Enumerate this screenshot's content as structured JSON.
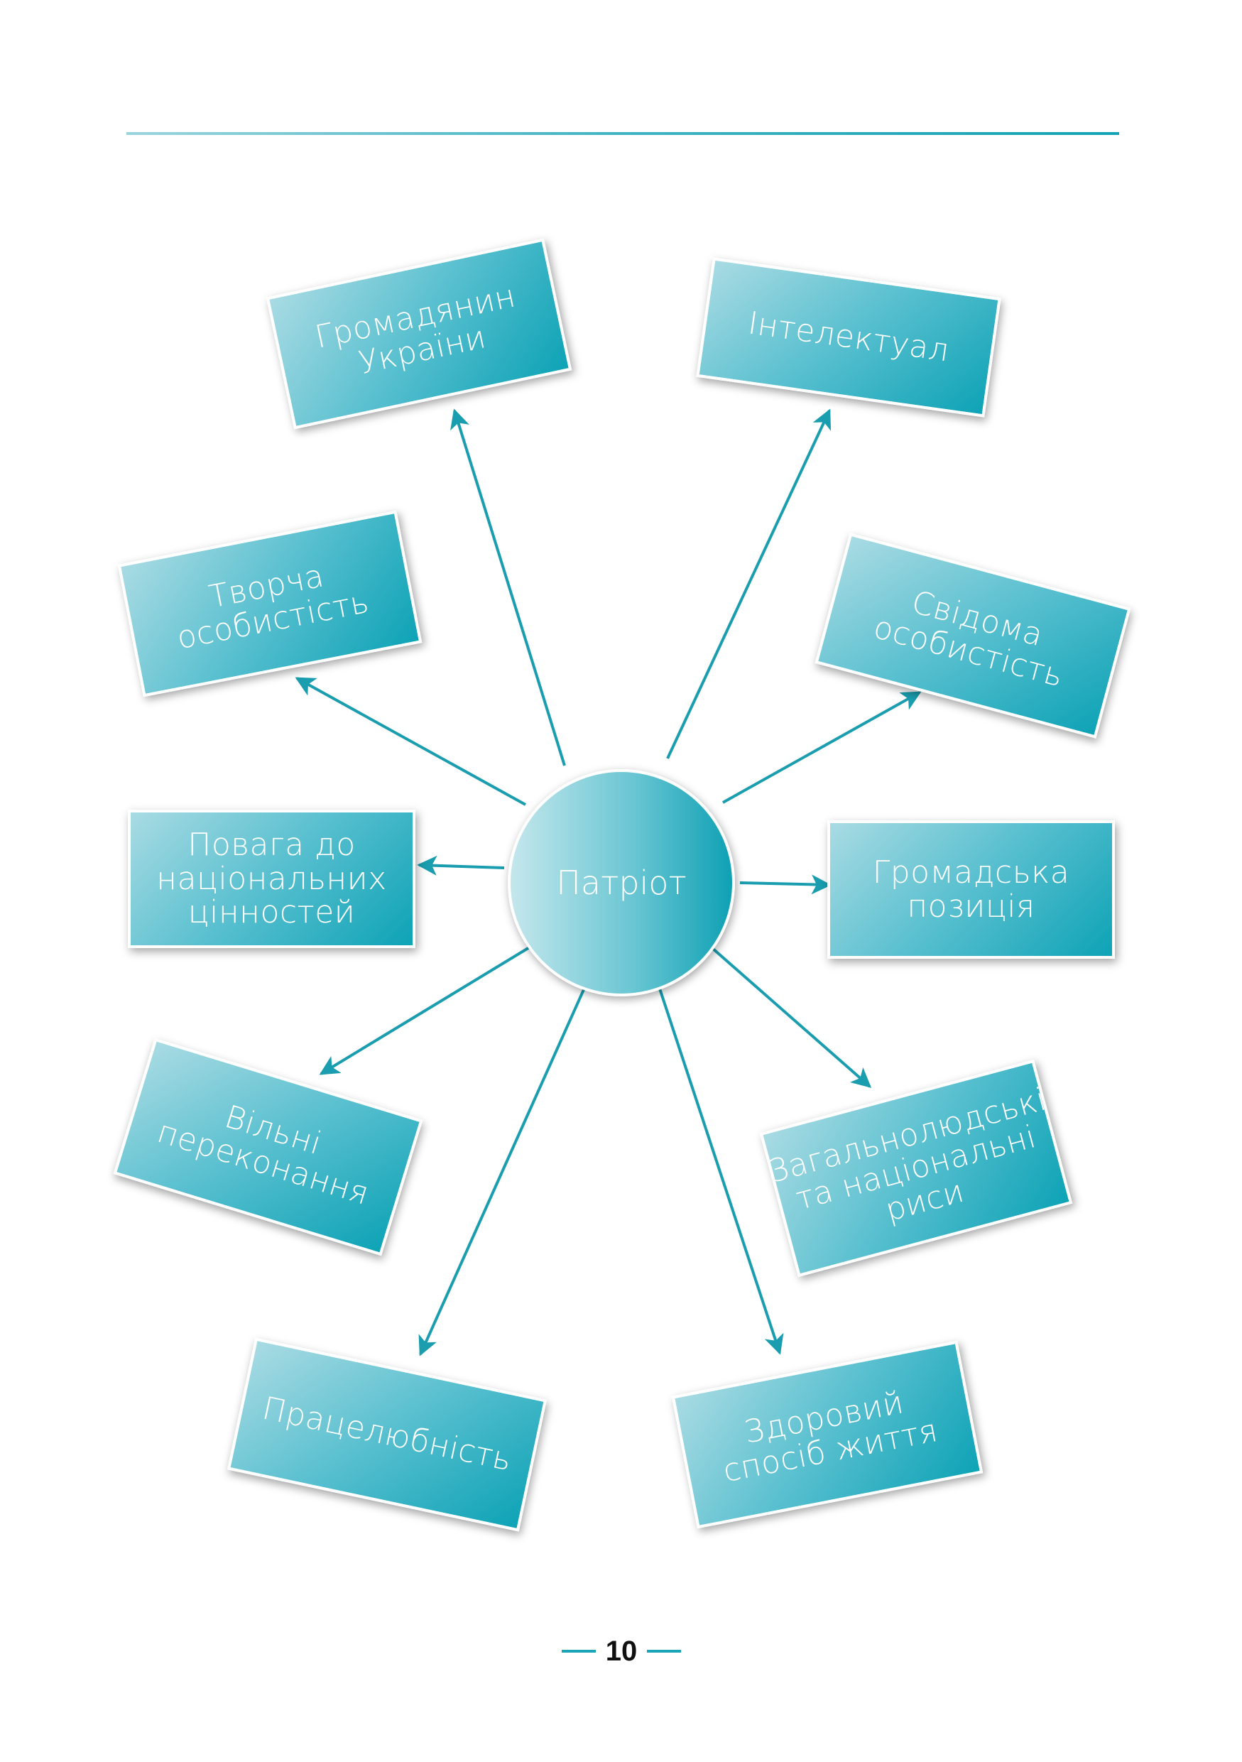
{
  "diagram": {
    "center": {
      "label": "Патріот"
    },
    "nodes": [
      {
        "id": "citizen",
        "label": "Громадянин\nУкраїни"
      },
      {
        "id": "intellectual",
        "label": "Інтелектуал"
      },
      {
        "id": "creative",
        "label": "Творча\nособистість"
      },
      {
        "id": "conscious",
        "label": "Свідома\nособистість"
      },
      {
        "id": "respect",
        "label": "Повага до\nнаціональних\nцінностей"
      },
      {
        "id": "civic",
        "label": "Громадська\nпозиція"
      },
      {
        "id": "free",
        "label": "Вільні\nпереконання"
      },
      {
        "id": "traits",
        "label": "Загальнолюдські\nта національні\nриси"
      },
      {
        "id": "diligence",
        "label": "Працелюбність"
      },
      {
        "id": "health",
        "label": "Здоровий\nспосіб життя"
      }
    ],
    "colors": {
      "arrow": "#1a9dae",
      "box_dark": "#0ea3b6",
      "box_light": "#a9dbe3",
      "rule": "#13a3b5"
    }
  },
  "footer": {
    "page_number": "10"
  }
}
